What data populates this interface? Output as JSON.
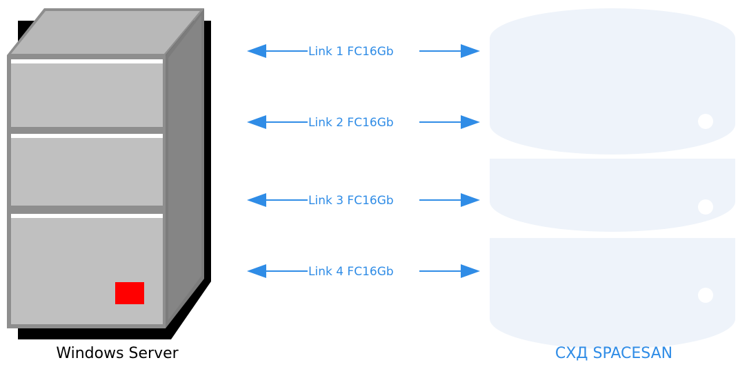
{
  "server": {
    "label": "Windows Server",
    "indicator_color": "#FF0000"
  },
  "storage": {
    "label": "СХД SPACESAN",
    "color": "#EEF3FA",
    "label_color": "#2F8CE6"
  },
  "links": [
    {
      "label": "Link 1 FC16Gb"
    },
    {
      "label": "Link 2 FC16Gb"
    },
    {
      "label": "Link 3 FC16Gb"
    },
    {
      "label": "Link 4 FC16Gb"
    }
  ],
  "link_color": "#2F8CE6"
}
